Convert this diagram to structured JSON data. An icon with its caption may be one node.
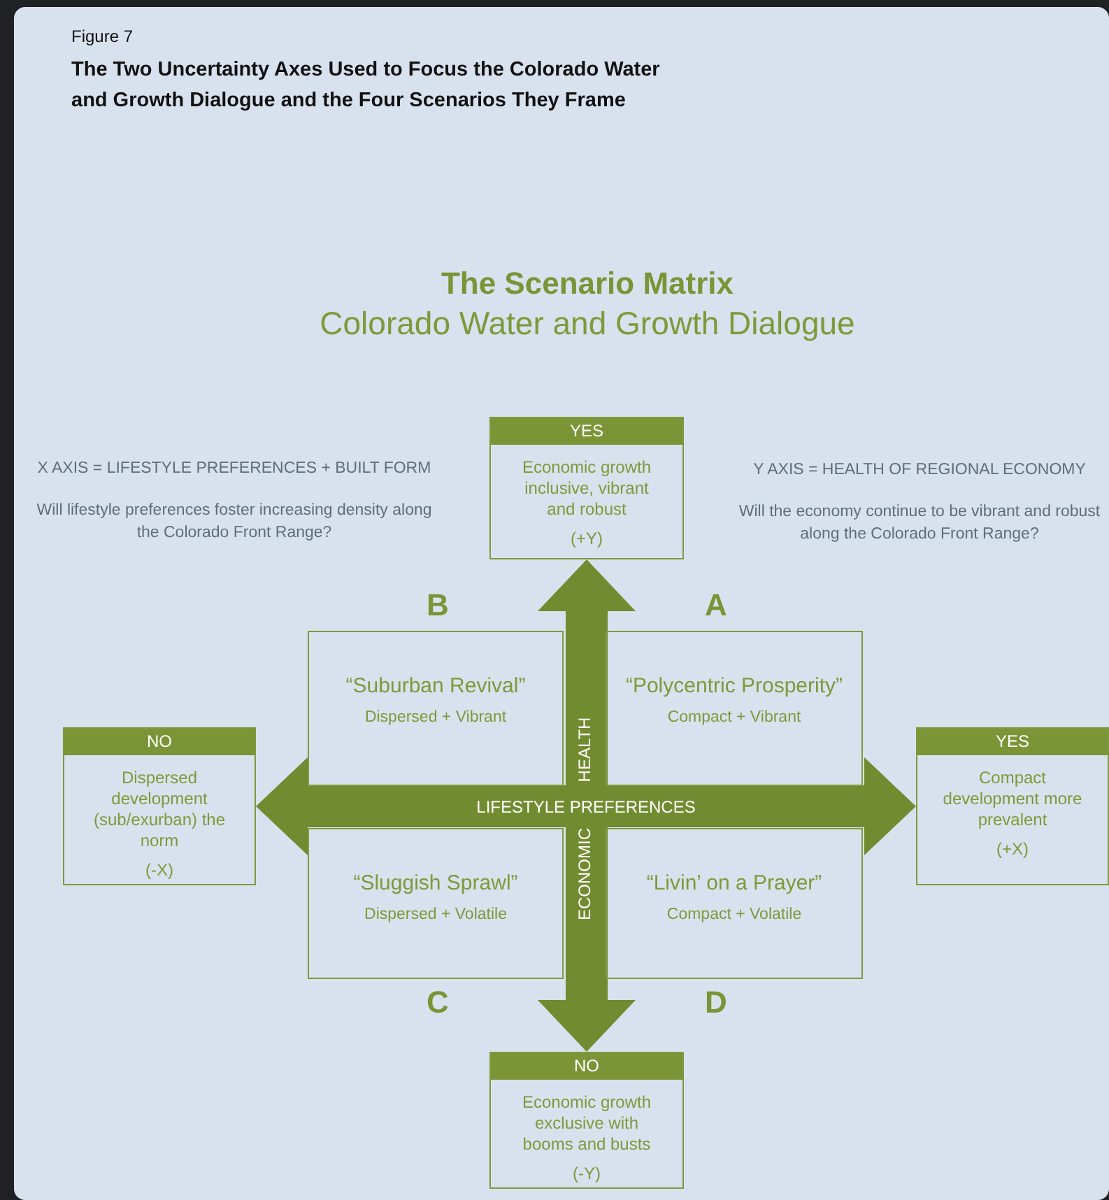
{
  "diagram": {
    "title": "The Two Uncertainty Axes Used to Focus the Colorado Water and Growth Dialogue and the Four Scenarios They Frame",
    "nodes": [
      {
        "text": [
          "YES",
          "Economic growth inclusive, vibrant and robust",
          "(+Y)"
        ]
      },
      {
        "text": [
          "NO",
          "Dispersed development (sub/exurban) the norm",
          "(-X)"
        ]
      },
      {
        "text": [
          "YES",
          "Compact development more prevalent",
          "(+X)"
        ]
      },
      {
        "text": [
          "NO",
          "Economic growth exclusive with booms and busts",
          "(-Y)"
        ]
      },
      {
        "text": [
          "“Suburban Revival”",
          "Dispersed + Vibrant"
        ],
        "beside": [
          "B"
        ]
      },
      {
        "text": [
          "“Polycentric Prosperity”",
          "Compact + Vibrant"
        ],
        "beside": [
          "A"
        ]
      },
      {
        "text": [
          "“Sluggish Sprawl”",
          "Dispersed + Volatile"
        ],
        "beside": [
          "C"
        ]
      },
      {
        "text": [
          "“Livin’ on a Prayer”",
          "Compact + Volatile"
        ],
        "beside": [
          "D"
        ]
      }
    ],
    "edges": [
      {
        "from": 1,
        "to": 2,
        "arrow": "both",
        "label": "LIFESTYLE PREFERENCES"
      },
      {
        "from": 3,
        "to": 0,
        "arrow": "both"
      }
    ],
    "labels": [
      "Figure 7",
      "The Scenario Matrix",
      "Colorado Water and Growth Dialogue",
      "X AXIS = LIFESTYLE PREFERENCES + BUILT FORM",
      "Will lifestyle preferences foster increasing density along the Colorado Front Range?",
      "Y AXIS = HEALTH OF REGIONAL ECONOMY",
      "Will the economy continue to be vibrant and robust along the Colorado Front Range?",
      "HEALTH",
      "ECONOMIC"
    ]
  }
}
